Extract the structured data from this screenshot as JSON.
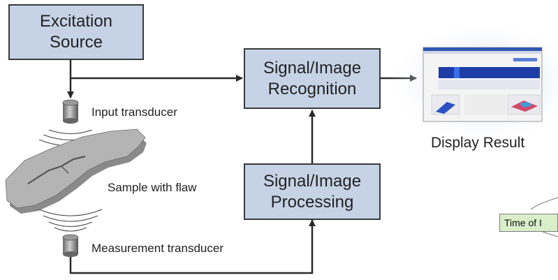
{
  "boxes": {
    "excitation": "Excitation Source",
    "recognition": "Signal/Image Recognition",
    "processing": "Signal/Image Processing"
  },
  "labels": {
    "input_transducer": "Input transducer",
    "sample": "Sample with flaw",
    "measurement_transducer": "Measurement transducer",
    "display_result": "Display Result",
    "time_of": "Time of I"
  },
  "colors": {
    "box_fill": "#c6d3e6",
    "box_border": "#3a3a3a",
    "arrow": "#2a2a2a",
    "note_fill": "#d8efc9"
  }
}
